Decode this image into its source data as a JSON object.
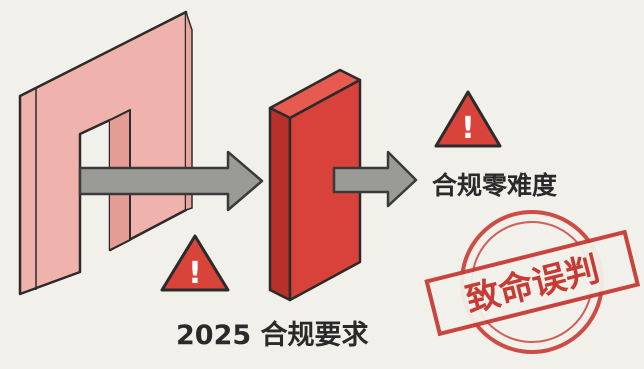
{
  "labels": {
    "zero_difficulty": "合规零难度",
    "requirement_2025": "2025 合规要求"
  },
  "stamp": {
    "text": "致命误判"
  },
  "warning_mark": "!",
  "colors": {
    "background": "#f2f0ea",
    "gate_fill": "#f0b2ac",
    "wall_front": "#d9423a",
    "wall_side": "#b8302a",
    "wall_top": "#e65a4f",
    "arrow": "#9a9a96",
    "warning": "#d8433a",
    "stamp": "#c63b34"
  }
}
